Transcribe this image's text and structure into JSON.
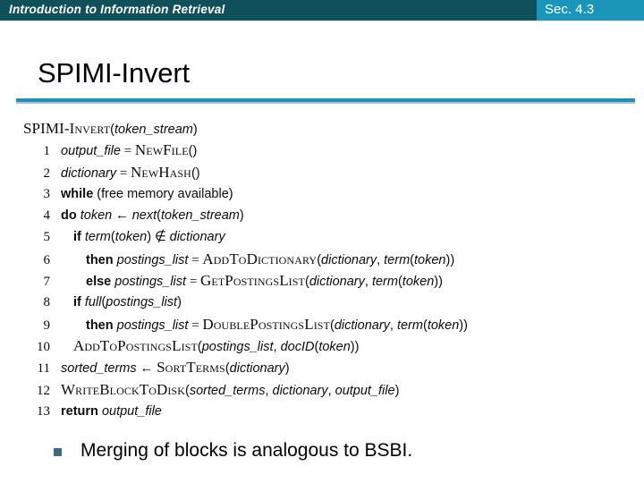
{
  "header": {
    "title": "Introduction to Information Retrieval",
    "section": "Sec. 4.3",
    "bar_color": "#10505a",
    "section_color": "#1b96bb"
  },
  "slide": {
    "title": "SPIMI-Invert",
    "rule_color": "#1f8fb4"
  },
  "algorithm": {
    "signature": {
      "name": "SPIMI-Invert",
      "name_prefix": "SPIMI-",
      "name_smallcaps": "Invert",
      "open_paren": "(",
      "arg": "token_stream",
      "close_paren": ")"
    },
    "lines": [
      {
        "number": "1",
        "indent": 1,
        "parts": [
          {
            "t": "var",
            "v": "output_file"
          },
          {
            "t": "op",
            "v": " = "
          },
          {
            "t": "sc",
            "v": "NewFile"
          },
          {
            "t": "plain",
            "v": "()"
          }
        ]
      },
      {
        "number": "2",
        "indent": 1,
        "parts": [
          {
            "t": "var",
            "v": "dictionary"
          },
          {
            "t": "op",
            "v": " = "
          },
          {
            "t": "sc",
            "v": "NewHash"
          },
          {
            "t": "plain",
            "v": "()"
          }
        ]
      },
      {
        "number": "3",
        "indent": 1,
        "parts": [
          {
            "t": "kw",
            "v": "while"
          },
          {
            "t": "plain",
            "v": "  (free memory available)"
          }
        ]
      },
      {
        "number": "4",
        "indent": 1,
        "parts": [
          {
            "t": "kw",
            "v": "do"
          },
          {
            "t": "plain",
            "v": " "
          },
          {
            "t": "var",
            "v": "token"
          },
          {
            "t": "op",
            "v": " ← "
          },
          {
            "t": "var",
            "v": "next"
          },
          {
            "t": "plain",
            "v": "("
          },
          {
            "t": "var",
            "v": "token_stream"
          },
          {
            "t": "plain",
            "v": ")"
          }
        ]
      },
      {
        "number": "5",
        "indent": 2,
        "parts": [
          {
            "t": "kw",
            "v": "if"
          },
          {
            "t": "plain",
            "v": " "
          },
          {
            "t": "var",
            "v": "term"
          },
          {
            "t": "plain",
            "v": "("
          },
          {
            "t": "var",
            "v": "token"
          },
          {
            "t": "plain",
            "v": ")"
          },
          {
            "t": "op",
            "v": " ∉ "
          },
          {
            "t": "var",
            "v": "dictionary"
          }
        ]
      },
      {
        "number": "6",
        "indent": 3,
        "parts": [
          {
            "t": "kw",
            "v": "then"
          },
          {
            "t": "plain",
            "v": " "
          },
          {
            "t": "var",
            "v": "postings_list"
          },
          {
            "t": "op",
            "v": " = "
          },
          {
            "t": "sc",
            "v": "AddToDictionary"
          },
          {
            "t": "plain",
            "v": "("
          },
          {
            "t": "var",
            "v": "dictionary"
          },
          {
            "t": "plain",
            "v": ", "
          },
          {
            "t": "var",
            "v": "term"
          },
          {
            "t": "plain",
            "v": "("
          },
          {
            "t": "var",
            "v": "token"
          },
          {
            "t": "plain",
            "v": "))"
          }
        ]
      },
      {
        "number": "7",
        "indent": 3,
        "parts": [
          {
            "t": "kw",
            "v": "else"
          },
          {
            "t": "plain",
            "v": "  "
          },
          {
            "t": "var",
            "v": "postings_list"
          },
          {
            "t": "op",
            "v": " = "
          },
          {
            "t": "sc",
            "v": "GetPostingsList"
          },
          {
            "t": "plain",
            "v": "("
          },
          {
            "t": "var",
            "v": "dictionary"
          },
          {
            "t": "plain",
            "v": ", "
          },
          {
            "t": "var",
            "v": "term"
          },
          {
            "t": "plain",
            "v": "("
          },
          {
            "t": "var",
            "v": "token"
          },
          {
            "t": "plain",
            "v": "))"
          }
        ]
      },
      {
        "number": "8",
        "indent": 2,
        "parts": [
          {
            "t": "kw",
            "v": "if"
          },
          {
            "t": "plain",
            "v": " "
          },
          {
            "t": "var",
            "v": "full"
          },
          {
            "t": "plain",
            "v": "("
          },
          {
            "t": "var",
            "v": "postings_list"
          },
          {
            "t": "plain",
            "v": ")"
          }
        ]
      },
      {
        "number": "9",
        "indent": 3,
        "parts": [
          {
            "t": "kw",
            "v": "then"
          },
          {
            "t": "plain",
            "v": " "
          },
          {
            "t": "var",
            "v": "postings_list"
          },
          {
            "t": "op",
            "v": " = "
          },
          {
            "t": "sc",
            "v": "DoublePostingsList"
          },
          {
            "t": "plain",
            "v": "("
          },
          {
            "t": "var",
            "v": "dictionary"
          },
          {
            "t": "plain",
            "v": ", "
          },
          {
            "t": "var",
            "v": "term"
          },
          {
            "t": "plain",
            "v": "("
          },
          {
            "t": "var",
            "v": "token"
          },
          {
            "t": "plain",
            "v": "))"
          }
        ]
      },
      {
        "number": "10",
        "indent": 2,
        "parts": [
          {
            "t": "sc",
            "v": "AddToPostingsList"
          },
          {
            "t": "plain",
            "v": "("
          },
          {
            "t": "var",
            "v": "postings_list"
          },
          {
            "t": "plain",
            "v": ", "
          },
          {
            "t": "var",
            "v": "docID"
          },
          {
            "t": "plain",
            "v": "("
          },
          {
            "t": "var",
            "v": "token"
          },
          {
            "t": "plain",
            "v": "))"
          }
        ]
      },
      {
        "number": "11",
        "indent": 1,
        "parts": [
          {
            "t": "var",
            "v": "sorted_terms"
          },
          {
            "t": "op",
            "v": " ← "
          },
          {
            "t": "sc",
            "v": "SortTerms"
          },
          {
            "t": "plain",
            "v": "("
          },
          {
            "t": "var",
            "v": "dictionary"
          },
          {
            "t": "plain",
            "v": ")"
          }
        ]
      },
      {
        "number": "12",
        "indent": 1,
        "parts": [
          {
            "t": "sc",
            "v": "WriteBlockToDisk"
          },
          {
            "t": "plain",
            "v": "("
          },
          {
            "t": "var",
            "v": "sorted_terms"
          },
          {
            "t": "plain",
            "v": ", "
          },
          {
            "t": "var",
            "v": "dictionary"
          },
          {
            "t": "plain",
            "v": ", "
          },
          {
            "t": "var",
            "v": "output_file"
          },
          {
            "t": "plain",
            "v": ")"
          }
        ]
      },
      {
        "number": "13",
        "indent": 1,
        "parts": [
          {
            "t": "kw",
            "v": "return"
          },
          {
            "t": "plain",
            "v": " "
          },
          {
            "t": "var",
            "v": "output_file"
          }
        ]
      }
    ]
  },
  "bullet": {
    "marker": "square-bullet",
    "marker_color": "#3d6b7d",
    "text": "Merging of blocks is analogous to BSBI."
  }
}
